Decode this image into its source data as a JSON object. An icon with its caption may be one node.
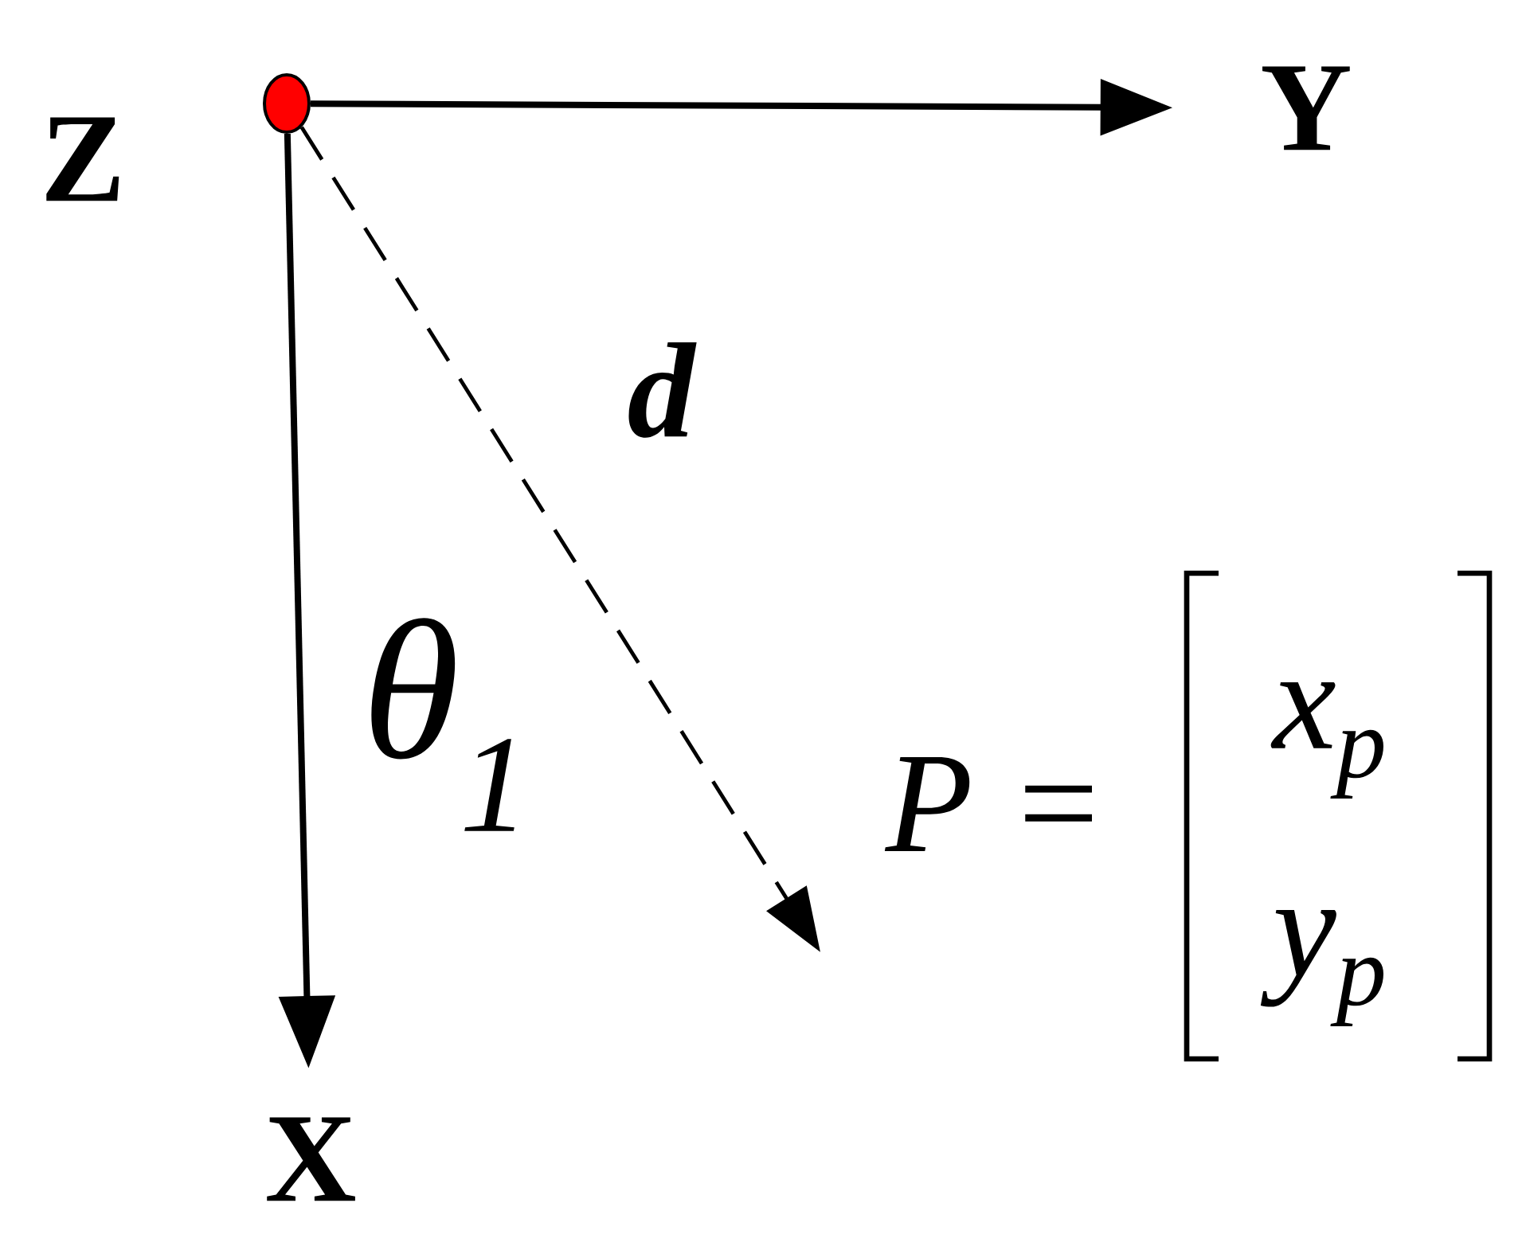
{
  "diagram": {
    "nodes": [
      {
        "text": [],
        "shape": "circle",
        "beside": [
          "Z"
        ]
      },
      {
        "text": [
          "Y"
        ]
      },
      {
        "text": [
          "X"
        ]
      }
    ],
    "edges": [
      {
        "from": 0,
        "to": 1,
        "arrow": "to"
      },
      {
        "from": 0,
        "to": 2,
        "arrow": "to"
      },
      {
        "from": 0,
        "to": null,
        "arrow": "to",
        "style": "dashed",
        "label": "d"
      }
    ],
    "labels": [
      "θ$_{1}$",
      "P =",
      "x$_{p}$",
      "y$_{p}$"
    ]
  }
}
